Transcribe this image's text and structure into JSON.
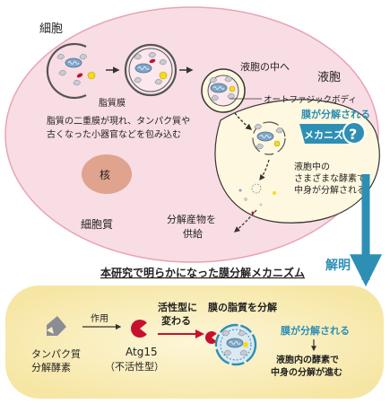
{
  "labels": {
    "cell": "細胞",
    "lipid_membrane": "脂質膜",
    "engulf_line1": "脂質の二重膜が現れ、タンパク質や",
    "engulf_line2": "古くなった小器官などを包み込む",
    "into_vacuole": "液胞の中へ",
    "vacuole": "液胞",
    "autophagic_body": "オートファジックボディ",
    "membrane_degraded": "膜が分解される",
    "mechanism": "メカニズム",
    "mechanism_question": "?",
    "enzymes_line1": "液胞中の",
    "enzymes_line2": "さまざまな酵素で",
    "enzymes_line3": "中身が分解される",
    "nucleus": "核",
    "cytoplasm": "細胞質",
    "products_line1": "分解産物を",
    "products_line2": "供給",
    "elucidation": "解明",
    "study_title": "本研究で明らかになった膜分解メカニズム",
    "action": "作用",
    "protease_line1": "タンパク質",
    "protease_line2": "分解酵素",
    "atg15": "Atg15",
    "inactive": "（不活性型）",
    "becomes_active_line1": "活性型に",
    "becomes_active_line2": "変わる",
    "degrade_lipid": "膜の脂質を分解",
    "membrane_degraded_2": "膜が分解される",
    "vac_enzymes_line1": "液胞内の酵素で",
    "vac_enzymes_line2": "中身の分解が進む"
  },
  "colors": {
    "cell_fill": "#f9dde4",
    "cell_stroke": "#e8a4b4",
    "vacuole_fill": "#fdf8df",
    "nucleus": "#e0a38e",
    "accent_blue": "#2e8fb5",
    "mito_blue": "#7ea7c8",
    "red": "#c8102e",
    "yellow": "#f3dc1d",
    "protein": "#c9ccd2",
    "bottom_panel": "#fbf1c6"
  }
}
